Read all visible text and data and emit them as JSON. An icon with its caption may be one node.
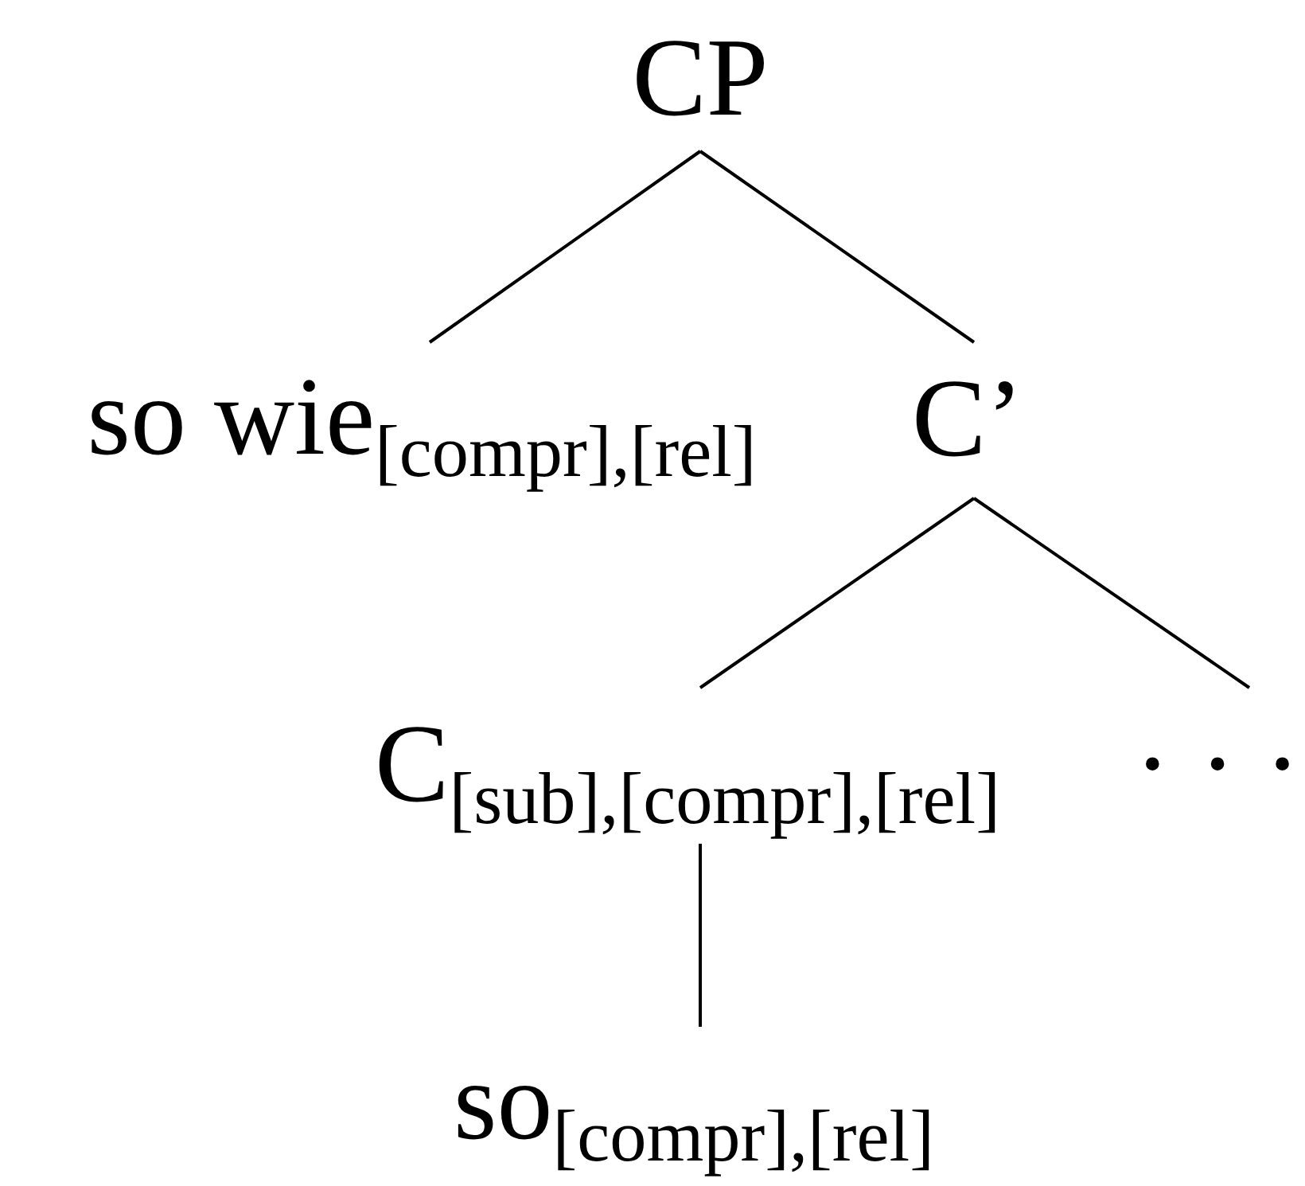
{
  "diagram": {
    "nodes": [
      {
        "text": [
          "CP"
        ]
      },
      {
        "text": [
          "so wie$_{[compr],[rel]}$"
        ]
      },
      {
        "text": [
          "C’"
        ]
      },
      {
        "text": [
          "C$_{[sub],[compr],[rel]}$"
        ]
      },
      {
        "text": [
          "· · ·"
        ]
      },
      {
        "text": [
          "so$_{[compr],[rel]}$"
        ]
      }
    ],
    "edges": [
      {
        "from": 0,
        "to": 1,
        "arrow": "none"
      },
      {
        "from": 0,
        "to": 2,
        "arrow": "none"
      },
      {
        "from": 2,
        "to": 3,
        "arrow": "none"
      },
      {
        "from": 2,
        "to": 4,
        "arrow": "none"
      },
      {
        "from": 3,
        "to": 5,
        "arrow": "none"
      }
    ]
  }
}
